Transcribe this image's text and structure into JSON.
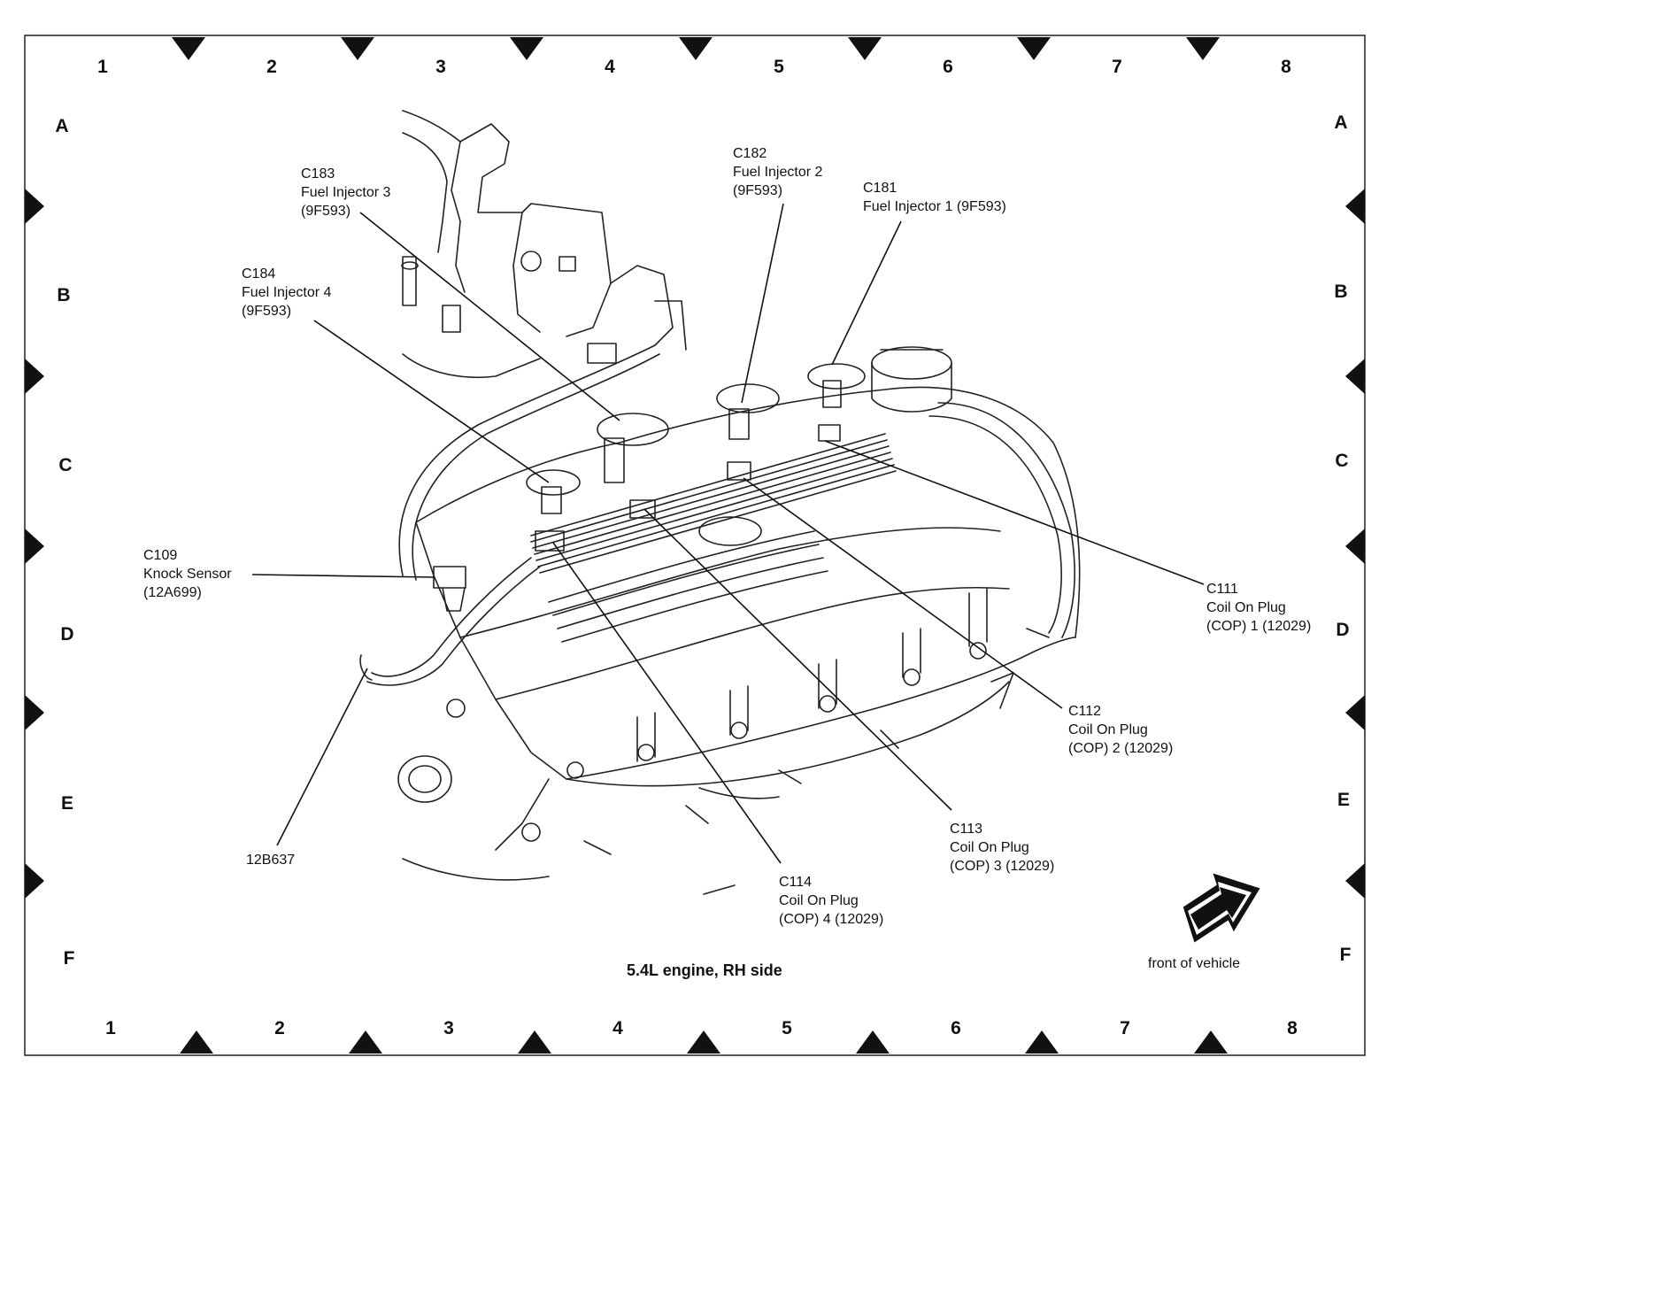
{
  "grid": {
    "columns": [
      "1",
      "2",
      "3",
      "4",
      "5",
      "6",
      "7",
      "8"
    ],
    "rows": [
      "A",
      "B",
      "C",
      "D",
      "E",
      "F"
    ]
  },
  "caption": "5.4L engine, RH side",
  "front_indicator": "front of vehicle",
  "callouts": [
    {
      "id": "C183",
      "lines": [
        "C183",
        "Fuel Injector 3",
        "(9F593)"
      ]
    },
    {
      "id": "C182",
      "lines": [
        "C182",
        "Fuel Injector 2",
        "(9F593)"
      ]
    },
    {
      "id": "C181",
      "lines": [
        "C181",
        "Fuel Injector 1 (9F593)"
      ]
    },
    {
      "id": "C184",
      "lines": [
        "C184",
        "Fuel Injector 4",
        "(9F593)"
      ]
    },
    {
      "id": "C109",
      "lines": [
        "C109",
        "Knock Sensor",
        "(12A699)"
      ]
    },
    {
      "id": "C111",
      "lines": [
        "C111",
        "Coil On Plug",
        "(COP) 1 (12029)"
      ]
    },
    {
      "id": "C112",
      "lines": [
        "C112",
        "Coil On Plug",
        "(COP) 2 (12029)"
      ]
    },
    {
      "id": "C113",
      "lines": [
        "C113",
        "Coil On Plug",
        "(COP) 3 (12029)"
      ]
    },
    {
      "id": "C114",
      "lines": [
        "C114",
        "Coil On Plug",
        "(COP) 4 (12029)"
      ]
    },
    {
      "id": "12B637",
      "lines": [
        "12B637"
      ]
    }
  ]
}
